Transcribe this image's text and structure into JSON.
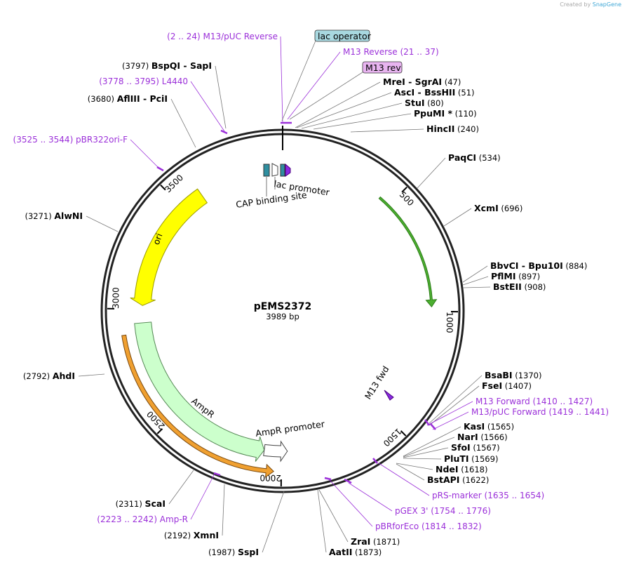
{
  "credit": {
    "prefix": "Created by",
    "brand": "SnapGene"
  },
  "plasmid": {
    "name": "pEMS2372",
    "length_label": "3989 bp",
    "length": 3989
  },
  "ticks": [
    {
      "pos": 500,
      "label": "500"
    },
    {
      "pos": 1000,
      "label": "1000"
    },
    {
      "pos": 1500,
      "label": "1500"
    },
    {
      "pos": 2000,
      "label": "2000"
    },
    {
      "pos": 2500,
      "label": "2500"
    },
    {
      "pos": 3000,
      "label": "3000"
    },
    {
      "pos": 3500,
      "label": "3500"
    }
  ],
  "features": [
    {
      "id": "ori",
      "label": "ori",
      "start": 3016,
      "end": 3602,
      "strand": -1,
      "color": "#ffff00",
      "stroke": "#999900"
    },
    {
      "id": "AmpR",
      "label": "AmpR",
      "start": 2078,
      "end": 2938,
      "strand": -1,
      "color": "#ccffcc",
      "stroke": "#558855"
    },
    {
      "id": "AmpR-promoter",
      "label": "AmpR promoter",
      "start": 1973,
      "end": 2078,
      "strand": -1,
      "color": "#ffffff",
      "stroke": "#444444"
    },
    {
      "id": "green-orf",
      "label": "",
      "start": 450,
      "end": 980,
      "strand": 1,
      "color": "#4caf30",
      "stroke": "#2e7d1a"
    },
    {
      "id": "orange-orf",
      "label": "",
      "start": 2030,
      "end": 2895,
      "strand": -1,
      "color": "#f0a030",
      "stroke": "#7a4a10"
    }
  ],
  "small_features": {
    "lac_promoter": "lac promoter",
    "cap_site": "CAP binding site",
    "m13_fwd": "M13 fwd"
  },
  "sites": [
    {
      "name": "HincII",
      "pos": "(240)",
      "side": "right"
    },
    {
      "name": "PaqCI",
      "pos": "(534)",
      "side": "right"
    },
    {
      "name": "XcmI",
      "pos": "(696)",
      "side": "right"
    },
    {
      "name": "BbvCI",
      "name2": "Bpu10I",
      "pos": "(884)",
      "side": "right"
    },
    {
      "name": "PflMI",
      "pos": "(897)",
      "side": "right"
    },
    {
      "name": "BstEII",
      "pos": "(908)",
      "side": "right"
    },
    {
      "name": "BsaBI",
      "pos": "(1370)",
      "side": "right"
    },
    {
      "name": "FseI",
      "pos": "(1407)",
      "side": "right"
    },
    {
      "name": "KasI",
      "pos": "(1565)",
      "side": "right"
    },
    {
      "name": "NarI",
      "pos": "(1566)",
      "side": "right"
    },
    {
      "name": "SfoI",
      "pos": "(1567)",
      "side": "right"
    },
    {
      "name": "PluTI",
      "pos": "(1569)",
      "side": "right"
    },
    {
      "name": "NdeI",
      "pos": "(1618)",
      "side": "right"
    },
    {
      "name": "BstAPI",
      "pos": "(1622)",
      "side": "right"
    },
    {
      "name": "ZraI",
      "pos": "(1871)",
      "side": "right"
    },
    {
      "name": "AatII",
      "pos": "(1873)",
      "side": "right"
    },
    {
      "name": "SspI",
      "pos": "(1987)",
      "side": "left"
    },
    {
      "name": "XmnI",
      "pos": "(2192)",
      "side": "left"
    },
    {
      "name": "ScaI",
      "pos": "(2311)",
      "side": "left"
    },
    {
      "name": "AhdI",
      "pos": "(2792)",
      "side": "left"
    },
    {
      "name": "AlwNI",
      "pos": "(3271)",
      "side": "left"
    },
    {
      "name": "AflIII",
      "name2": "PciI",
      "pos": "(3680)",
      "side": "left"
    },
    {
      "name": "BspQI",
      "name2": "SapI",
      "pos": "(3797)",
      "side": "left"
    },
    {
      "name": "MreI",
      "name2": "SgrAI",
      "pos": "(47)",
      "side": "right"
    },
    {
      "name": "AscI",
      "name2": "BssHII",
      "pos": "(51)",
      "side": "right"
    },
    {
      "name": "StuI",
      "pos": "(80)",
      "side": "right"
    },
    {
      "name": "PpuMI *",
      "pos": "(110)",
      "side": "right"
    }
  ],
  "primers": [
    {
      "label": "M13/pUC Reverse",
      "range": "(2 .. 24)"
    },
    {
      "label": "M13 Reverse",
      "range": "(21 .. 37)"
    },
    {
      "label": "L4440",
      "range": "(3778 .. 3795)"
    },
    {
      "label": "pBR322ori-F",
      "range": "(3525 .. 3544)"
    },
    {
      "label": "M13 Forward",
      "range": "(1410 .. 1427)"
    },
    {
      "label": "M13/pUC Forward",
      "range": "(1419 .. 1441)"
    },
    {
      "label": "pRS-marker",
      "range": "(1635 .. 1654)"
    },
    {
      "label": "pGEX 3'",
      "range": "(1754 .. 1776)"
    },
    {
      "label": "pBRforEco",
      "range": "(1814 .. 1832)"
    },
    {
      "label": "Amp-R",
      "range": "(2223 .. 2242)"
    }
  ],
  "boxes": [
    {
      "label": "lac operator",
      "fill": "#a8d8e0",
      "stroke": "#333"
    },
    {
      "label": "M13 rev",
      "fill": "#e8b4f0",
      "stroke": "#333"
    }
  ]
}
